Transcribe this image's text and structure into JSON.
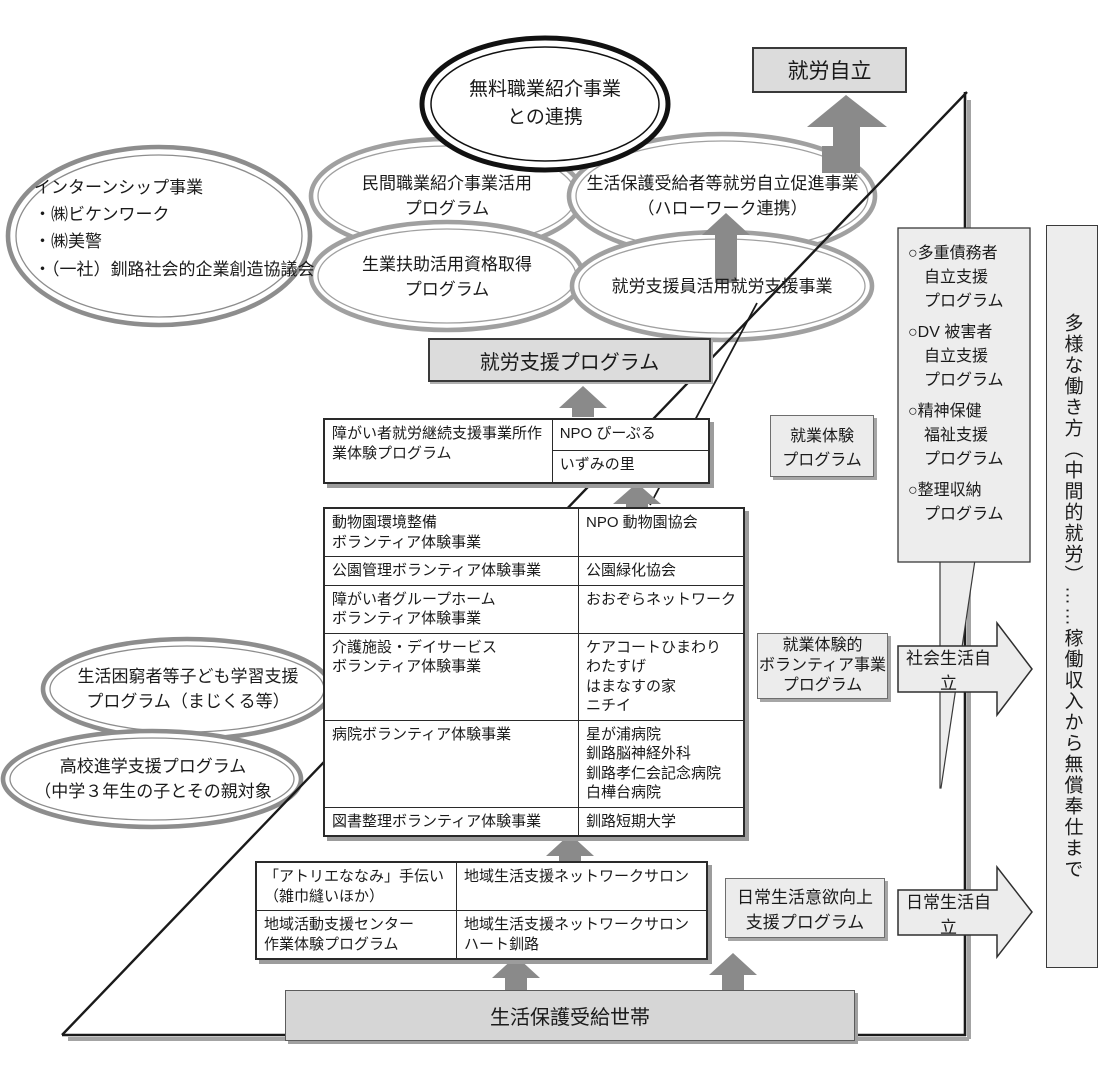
{
  "ellipses": {
    "free_job_intro": "無料職業紹介事業\nとの連携",
    "internship": "インターンシップ事業\n・㈱ビケンワーク\n・㈱美警\n・（一社）釧路社会的企業創造協議会",
    "private_job": "民間職業紹介事業活用\nプログラム",
    "vocational_aid": "生業扶助活用資格取得\nプログラム",
    "welfare_promotion": "生活保護受給者等就労自立促進事業\n（ハローワーク連携）",
    "support_staff": "就労支援員活用就労支援事業",
    "kids_study": "生活困窮者等子ども学習支援\nプログラム（まじくる等）",
    "highschool": "高校進学支援プログラム\n（中学３年生の子とその親対象"
  },
  "boxes": {
    "work_independence": "就労自立",
    "work_support_program": "就労支援プログラム",
    "work_experience_program": "就業体験\nプログラム",
    "volunteer_program": "就業体験的\nボランティア事業\nプログラム",
    "daily_motivation": "日常生活意欲向上\n支援プログラム",
    "welfare_households": "生活保護受給世帯"
  },
  "arrows": {
    "social_independence": "社会生活自立",
    "daily_independence": "日常生活自立"
  },
  "right_programs": {
    "items": [
      "○多重債務者\n　自立支援\n　プログラム",
      "○DV 被害者\n　自立支援\n　プログラム",
      "○精神保健\n　福祉支援\n　プログラム",
      "○整理収納\n　プログラム"
    ]
  },
  "side_note": "多様な働き方（中間的就労）……稼働収入から無償奉仕まで",
  "table_jobsite": {
    "left": "障がい者就労継続支援事業所作業体験プログラム",
    "right": [
      "NPO ぴーぷる",
      "いずみの里"
    ]
  },
  "table_volunteer": {
    "rows": [
      {
        "left": "動物園環境整備\nボランティア体験事業",
        "right": "NPO 動物園協会"
      },
      {
        "left": "公園管理ボランティア体験事業",
        "right": "公園緑化協会"
      },
      {
        "left": "障がい者グループホーム\nボランティア体験事業",
        "right": "おおぞらネットワーク"
      },
      {
        "left": "介護施設・デイサービス\nボランティア体験事業",
        "right": "ケアコートひまわり\nわたすげ\nはまなすの家\nニチイ"
      },
      {
        "left": "病院ボランティア体験事業",
        "right": "星が浦病院\n釧路脳神経外科\n釧路孝仁会記念病院\n白樺台病院"
      },
      {
        "left": "図書整理ボランティア体験事業",
        "right": "釧路短期大学"
      }
    ]
  },
  "table_daily": {
    "rows": [
      {
        "left": "「アトリエななみ」手伝い\n（雑巾縫いほか）",
        "right": "地域生活支援ネットワークサロン"
      },
      {
        "left": "地域活動支援センター\n作業体験プログラム",
        "right": "地域生活支援ネットワークサロン\nハート釧路"
      }
    ]
  },
  "colors": {
    "arrow_gray": "#8a8a8a",
    "box_fill": "#dcdcdc",
    "light_fill": "#ececec",
    "ellipse_ring": "#949494",
    "line_black": "#1a1a1a"
  }
}
